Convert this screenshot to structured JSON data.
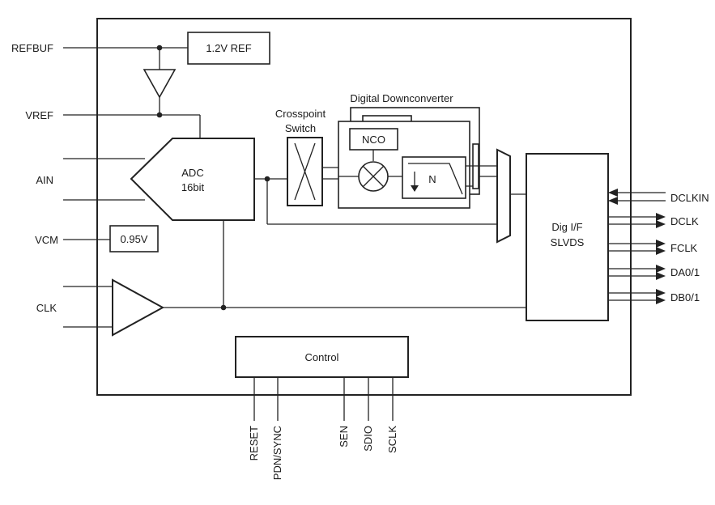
{
  "pins_left": {
    "refbuf": "REFBUF",
    "vref": "VREF",
    "ain": "AIN",
    "vcm": "VCM",
    "clk": "CLK"
  },
  "pins_right": {
    "dclkin": "DCLKIN",
    "dclk": "DCLK",
    "fclk": "FCLK",
    "da": "DA0/1",
    "db": "DB0/1"
  },
  "pins_bottom": {
    "reset": "RESET",
    "pdn_sync": "PDN/SYNC",
    "sen": "SEN",
    "sdio": "SDIO",
    "sclk": "SCLK"
  },
  "blocks": {
    "ref": "1.2V REF",
    "vcm_ref": "0.95V",
    "adc_line1": "ADC",
    "adc_line2": "16bit",
    "crosspoint_line1": "Crosspoint",
    "crosspoint_line2": "Switch",
    "ddc_title": "Digital Downconverter",
    "nco": "NCO",
    "decimation": "N",
    "dig_if_line1": "Dig I/F",
    "dig_if_line2": "SLVDS",
    "control": "Control"
  }
}
